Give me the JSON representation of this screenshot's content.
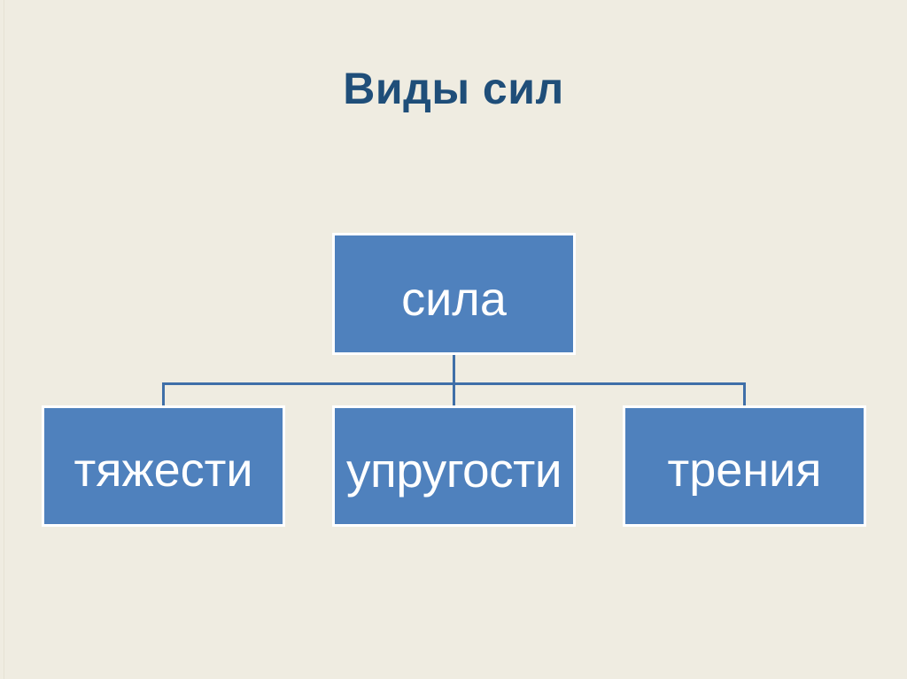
{
  "slide": {
    "title": "Виды сил",
    "background_color": "#efece1",
    "title_color": "#1f4e79",
    "node_fill_color": "#4f81bd",
    "node_border_color": "#ffffff",
    "node_text_color": "#ffffff",
    "connector_color": "#3f6fa8"
  },
  "diagram": {
    "type": "hierarchy",
    "root": {
      "label": "сила"
    },
    "children": [
      {
        "label": "тяжести"
      },
      {
        "label": "упругости"
      },
      {
        "label": "трения"
      }
    ]
  }
}
